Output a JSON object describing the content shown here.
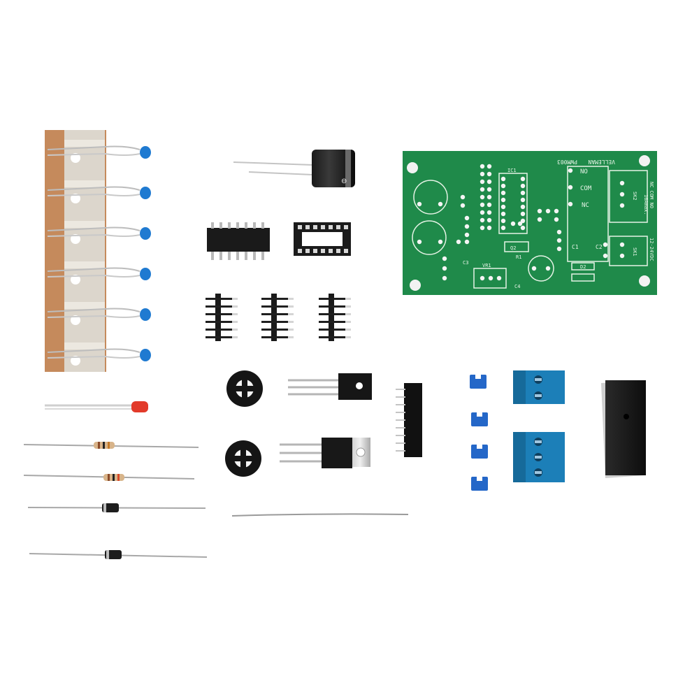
{
  "pcb": {
    "brand": "VELLEMAN",
    "model": "PWM003",
    "labels": {
      "no": "NO",
      "com": "COM",
      "nc": "NC",
      "c1": "C1",
      "c2": "C2",
      "d2": "D2",
      "q2": "Q2",
      "vr1": "VR1",
      "ic1": "IC1",
      "sk1": "SK1",
      "sk2": "SK2",
      "r1": "R1",
      "c3": "C3",
      "c4": "C4",
      "supply": "12-24VDC",
      "current": "16Amax.",
      "relay_terminals": "NC COM NO"
    }
  },
  "colors": {
    "pcb_green": "#1f8a4a",
    "terminal_blue": "#1c7fb8",
    "jumper_blue": "#2467c8",
    "capacitor_blue": "#1f7ad1",
    "led_red": "#e23a2a",
    "tape_brown": "#c58a5c",
    "relay_black": "#161616"
  },
  "parts": {
    "ceramic_capacitors": 6,
    "resistors": 2,
    "diodes": 2,
    "pin_headers": 3,
    "trimmers": 2,
    "jumpers": 4,
    "terminal_blocks": 2
  }
}
